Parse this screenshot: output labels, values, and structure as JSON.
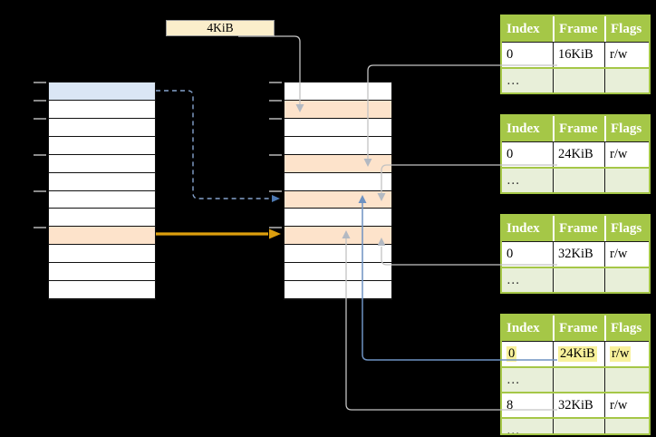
{
  "size_label": {
    "text": "4KiB"
  },
  "page_table_columns": [
    "Index",
    "Frame",
    "Flags"
  ],
  "page_tables": [
    {
      "id": "page-table-16kib",
      "rows": [
        {
          "index": "0",
          "frame": "16KiB",
          "flags": "r/w"
        },
        {
          "index": "…",
          "frame": "",
          "flags": ""
        }
      ]
    },
    {
      "id": "page-table-24kib",
      "rows": [
        {
          "index": "0",
          "frame": "24KiB",
          "flags": "r/w"
        },
        {
          "index": "…",
          "frame": "",
          "flags": ""
        }
      ]
    },
    {
      "id": "page-table-32kib",
      "rows": [
        {
          "index": "0",
          "frame": "32KiB",
          "flags": "r/w"
        },
        {
          "index": "…",
          "frame": "",
          "flags": ""
        }
      ]
    },
    {
      "id": "page-table-level2",
      "rows": [
        {
          "index": "0",
          "frame": "24KiB",
          "flags": "r/w",
          "highlight": true
        },
        {
          "index": "…",
          "frame": "",
          "flags": ""
        },
        {
          "index": "8",
          "frame": "32KiB",
          "flags": "r/w"
        },
        {
          "index": "…",
          "frame": "",
          "flags": ""
        }
      ]
    }
  ],
  "memory_columns": {
    "left": {
      "row_count": 12,
      "blue_rows": [
        0
      ],
      "orange_rows": [
        8
      ],
      "tick_rows": [
        0,
        1,
        2,
        4,
        6,
        8
      ]
    },
    "middle": {
      "row_count": 12,
      "blue_rows": [],
      "orange_rows": [
        1,
        4,
        6,
        8
      ],
      "tick_rows": [
        0,
        1,
        2,
        4,
        6,
        8
      ]
    }
  },
  "colors": {
    "header_green": "#a5c747",
    "dots_row_green": "#e8efd9",
    "orange_row": "#fde3cb",
    "blue_row": "#dae6f5",
    "highlight_yellow": "#f8f19b",
    "label_box_cream": "#fbeecb",
    "connector_gray": "#c3c3c3",
    "arrowhead_gray": "#b3b9c2",
    "connector_blue": "#6e92c2",
    "dashed_blue": "#85a3cd",
    "dashed_blue_head": "#4d79b3",
    "arrow_orange": "#dd9f0e"
  }
}
